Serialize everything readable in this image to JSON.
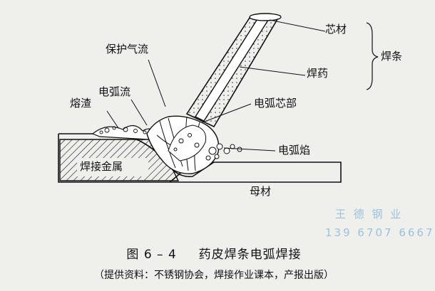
{
  "labels": {
    "core": "芯材",
    "electrode": "焊条",
    "flux": "焊药",
    "shielding_gas": "保护气流",
    "arc_stream": "电弧流",
    "slag": "熔渣",
    "arc_core": "电弧芯部",
    "arc_flame": "电弧焰",
    "weld_metal": "焊接金属",
    "base_metal": "母材"
  },
  "caption": {
    "number": "图 6 – 4",
    "title": "药皮焊条电弧焊接"
  },
  "source": "（提供资料：不锈钢协会，焊接作业课本，产报出版）",
  "watermark": {
    "line1": "王 德 钢 业",
    "line2": "139 6707 6667"
  },
  "colors": {
    "paper": "#efefec",
    "ink": "#111111",
    "watermark": "#7fb3d8"
  }
}
